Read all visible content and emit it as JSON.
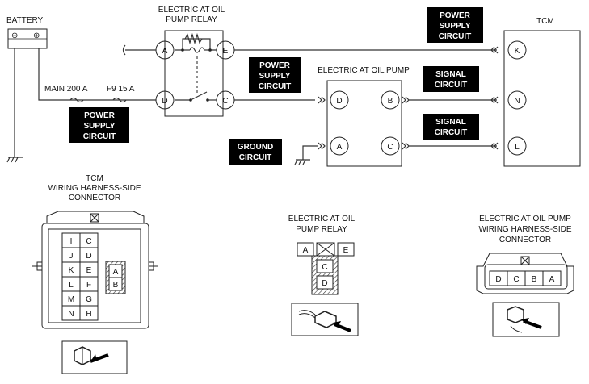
{
  "labels": {
    "battery": "BATTERY",
    "bat_minus": "⊖",
    "bat_plus": "⊕",
    "relay_title_1": "ELECTRIC AT OIL",
    "relay_title_2": "PUMP RELAY",
    "pump_title": "ELECTRIC AT OIL PUMP",
    "tcm_title": "TCM",
    "fuse_main": "MAIN 200 A",
    "fuse_f9": "F9 15 A",
    "psc_1": "POWER",
    "psc_2": "SUPPLY",
    "psc_3": "CIRCUIT",
    "sig_1": "SIGNAL",
    "sig_2": "CIRCUIT",
    "gnd_1": "GROUND",
    "gnd_2": "CIRCUIT",
    "tcm_conn_1": "TCM",
    "tcm_conn_2": "WIRING HARNESS-SIDE",
    "tcm_conn_3": "CONNECTOR",
    "relay_conn_1": "ELECTRIC AT OIL",
    "relay_conn_2": "PUMP RELAY",
    "pump_conn_1": "ELECTRIC AT OIL PUMP",
    "pump_conn_2": "WIRING HARNESS-SIDE",
    "pump_conn_3": "CONNECTOR"
  },
  "relay_pins": {
    "a": "A",
    "e": "E",
    "d": "D",
    "c": "C"
  },
  "pump_pins": {
    "d": "D",
    "b": "B",
    "a": "A",
    "c": "C"
  },
  "tcm_pins": {
    "k": "K",
    "n": "N",
    "l": "L"
  },
  "tcm_connector": {
    "left_col": [
      "I",
      "J",
      "K",
      "L",
      "M",
      "N"
    ],
    "right_col": [
      "C",
      "D",
      "E",
      "F",
      "G",
      "H"
    ],
    "inner": [
      "A",
      "B"
    ]
  },
  "relay_connector": {
    "top": [
      "A",
      "E"
    ],
    "bottom": [
      "C",
      "D"
    ]
  },
  "pump_connector": [
    "D",
    "C",
    "B",
    "A"
  ]
}
